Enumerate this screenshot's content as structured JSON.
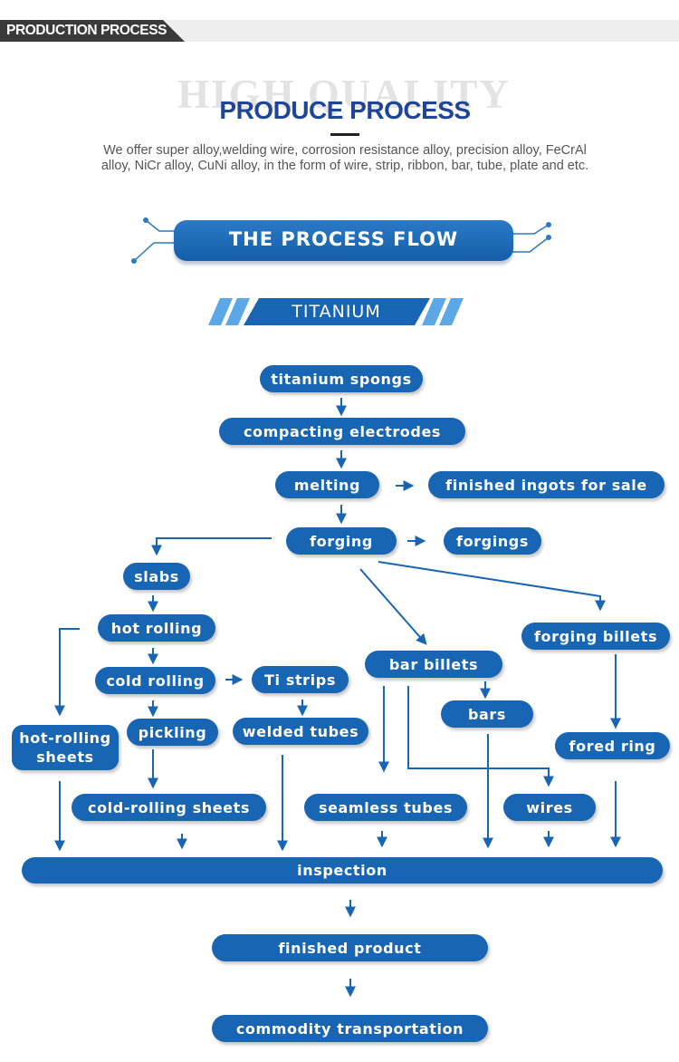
{
  "header": {
    "tag": "PRODUCTION PROCESS"
  },
  "intro": {
    "background_word": "HIGH QUALITY",
    "title": "PRODUCE PROCESS",
    "description": "We offer super alloy,welding wire, corrosion resistance alloy, precision alloy, FeCrAl alloy, NiCr alloy, CuNi alloy, in the form of wire, strip, ribbon, bar, tube, plate and etc."
  },
  "banner": {
    "label": "THE PROCESS FLOW"
  },
  "material": {
    "label": "TITANIUM"
  },
  "colors": {
    "primary": "#1765b3",
    "banner": "#155ea8",
    "accent_light": "#5ca7e6",
    "text_dark": "#1f4597"
  },
  "nodes": {
    "titanium_spongs": "titanium  spongs",
    "compacting_electrodes": "compacting electrodes",
    "melting": "melting",
    "finished_ingots": "finished ingots for sale",
    "forging": "forging",
    "forgings": "forgings",
    "slabs": "slabs",
    "hot_rolling": "hot rolling",
    "cold_rolling": "cold rolling",
    "ti_strips": "Ti strips",
    "pickling": "pickling",
    "welded_tubes": "welded tubes",
    "hot_rolling_sheets": "hot-rolling sheets",
    "cold_rolling_sheets": "cold-rolling sheets",
    "bar_billets": "bar billets",
    "bars": "bars",
    "seamless_tubes": "seamless tubes",
    "wires": "wires",
    "forging_billets": "forging  billets",
    "fored_ring": "fored ring",
    "inspection": "inspection",
    "finished_product": "finished product",
    "commodity_transportation": "commodity transportation"
  }
}
